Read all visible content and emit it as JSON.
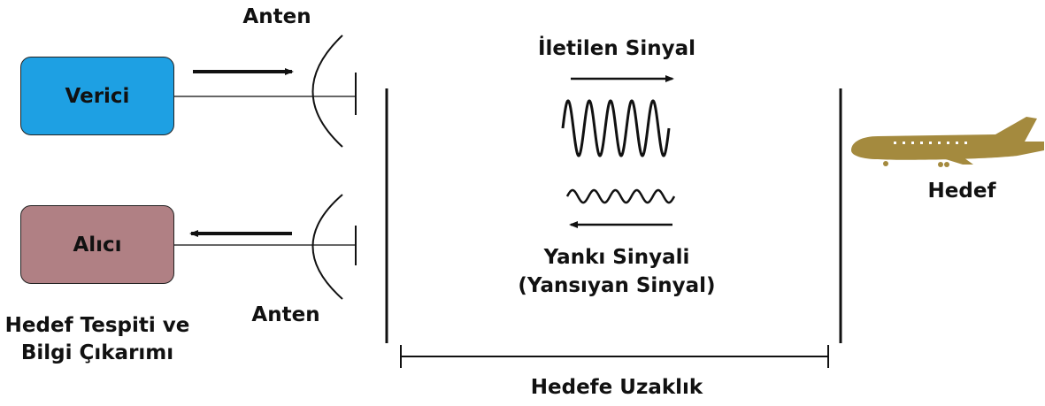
{
  "labels": {
    "transmitter": "Verici",
    "receiver": "Alıcı",
    "antenna_top": "Anten",
    "antenna_bottom": "Anten",
    "detection_line1": "Hedef Tespiti ve",
    "detection_line2": "Bilgi Çıkarımı",
    "transmitted_signal": "İletilen Sinyal",
    "echo_line1": "Yankı Sinyali",
    "echo_line2": "(Yansıyan Sinyal)",
    "target": "Hedef",
    "distance": "Hedefe Uzaklık"
  },
  "colors": {
    "transmitter_fill": "#1ea0e3",
    "receiver_fill": "#b08084",
    "target_fill": "#a48a3e"
  },
  "icons": {
    "target": "airplane-icon"
  }
}
